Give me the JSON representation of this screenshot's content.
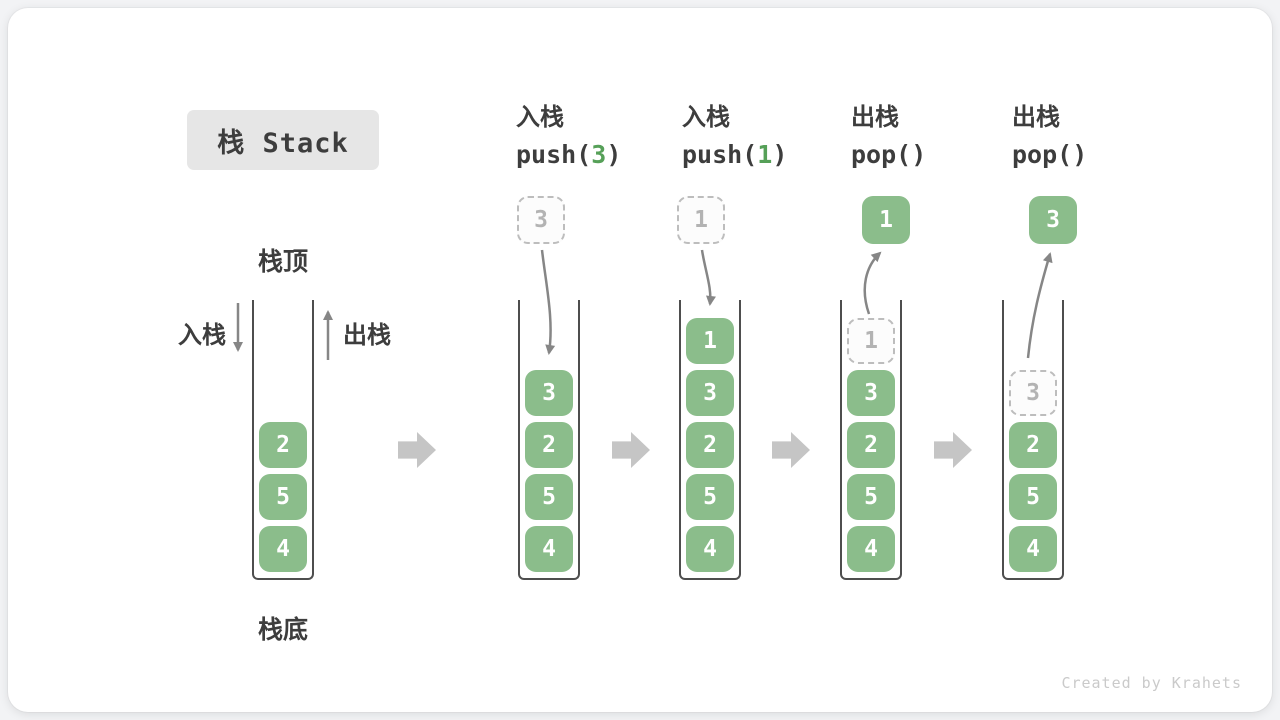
{
  "title": "栈 Stack",
  "legend": {
    "stack_top": "栈顶",
    "stack_bottom": "栈底",
    "push_label": "入栈",
    "pop_label": "出栈"
  },
  "operations": [
    {
      "action": "入栈",
      "code_prefix": "push(",
      "code_arg": "3",
      "code_suffix": ")"
    },
    {
      "action": "入栈",
      "code_prefix": "push(",
      "code_arg": "1",
      "code_suffix": ")"
    },
    {
      "action": "出栈",
      "code_prefix": "pop(",
      "code_arg": "",
      "code_suffix": ")"
    },
    {
      "action": "出栈",
      "code_prefix": "pop(",
      "code_arg": "",
      "code_suffix": ")"
    }
  ],
  "stacks": [
    {
      "blocks": [
        {
          "value": "2",
          "type": "solid"
        },
        {
          "value": "5",
          "type": "solid"
        },
        {
          "value": "4",
          "type": "solid"
        }
      ]
    },
    {
      "blocks": [
        {
          "value": "3",
          "type": "solid"
        },
        {
          "value": "2",
          "type": "solid"
        },
        {
          "value": "5",
          "type": "solid"
        },
        {
          "value": "4",
          "type": "solid"
        }
      ]
    },
    {
      "blocks": [
        {
          "value": "1",
          "type": "solid"
        },
        {
          "value": "3",
          "type": "solid"
        },
        {
          "value": "2",
          "type": "solid"
        },
        {
          "value": "5",
          "type": "solid"
        },
        {
          "value": "4",
          "type": "solid"
        }
      ]
    },
    {
      "blocks": [
        {
          "value": "1",
          "type": "ghost"
        },
        {
          "value": "3",
          "type": "solid"
        },
        {
          "value": "2",
          "type": "solid"
        },
        {
          "value": "5",
          "type": "solid"
        },
        {
          "value": "4",
          "type": "solid"
        }
      ]
    },
    {
      "blocks": [
        {
          "value": "3",
          "type": "ghost"
        },
        {
          "value": "2",
          "type": "solid"
        },
        {
          "value": "5",
          "type": "solid"
        },
        {
          "value": "4",
          "type": "solid"
        }
      ]
    }
  ],
  "floating_blocks": [
    {
      "value": "3",
      "type": "ghost"
    },
    {
      "value": "1",
      "type": "ghost"
    },
    {
      "value": "1",
      "type": "solid"
    },
    {
      "value": "3",
      "type": "solid"
    }
  ],
  "watermark": "Created by Krahets",
  "colors": {
    "block_green": "#8bbd8b",
    "code_green": "#56a058",
    "arrow_gray": "#868686",
    "jump_arrow_gray": "#c5c5c5",
    "badge_bg": "#e6e6e6",
    "text_dark": "#3d3d3d",
    "ghost_border": "#bdbdbd",
    "ghost_text": "#b3b3b3"
  }
}
